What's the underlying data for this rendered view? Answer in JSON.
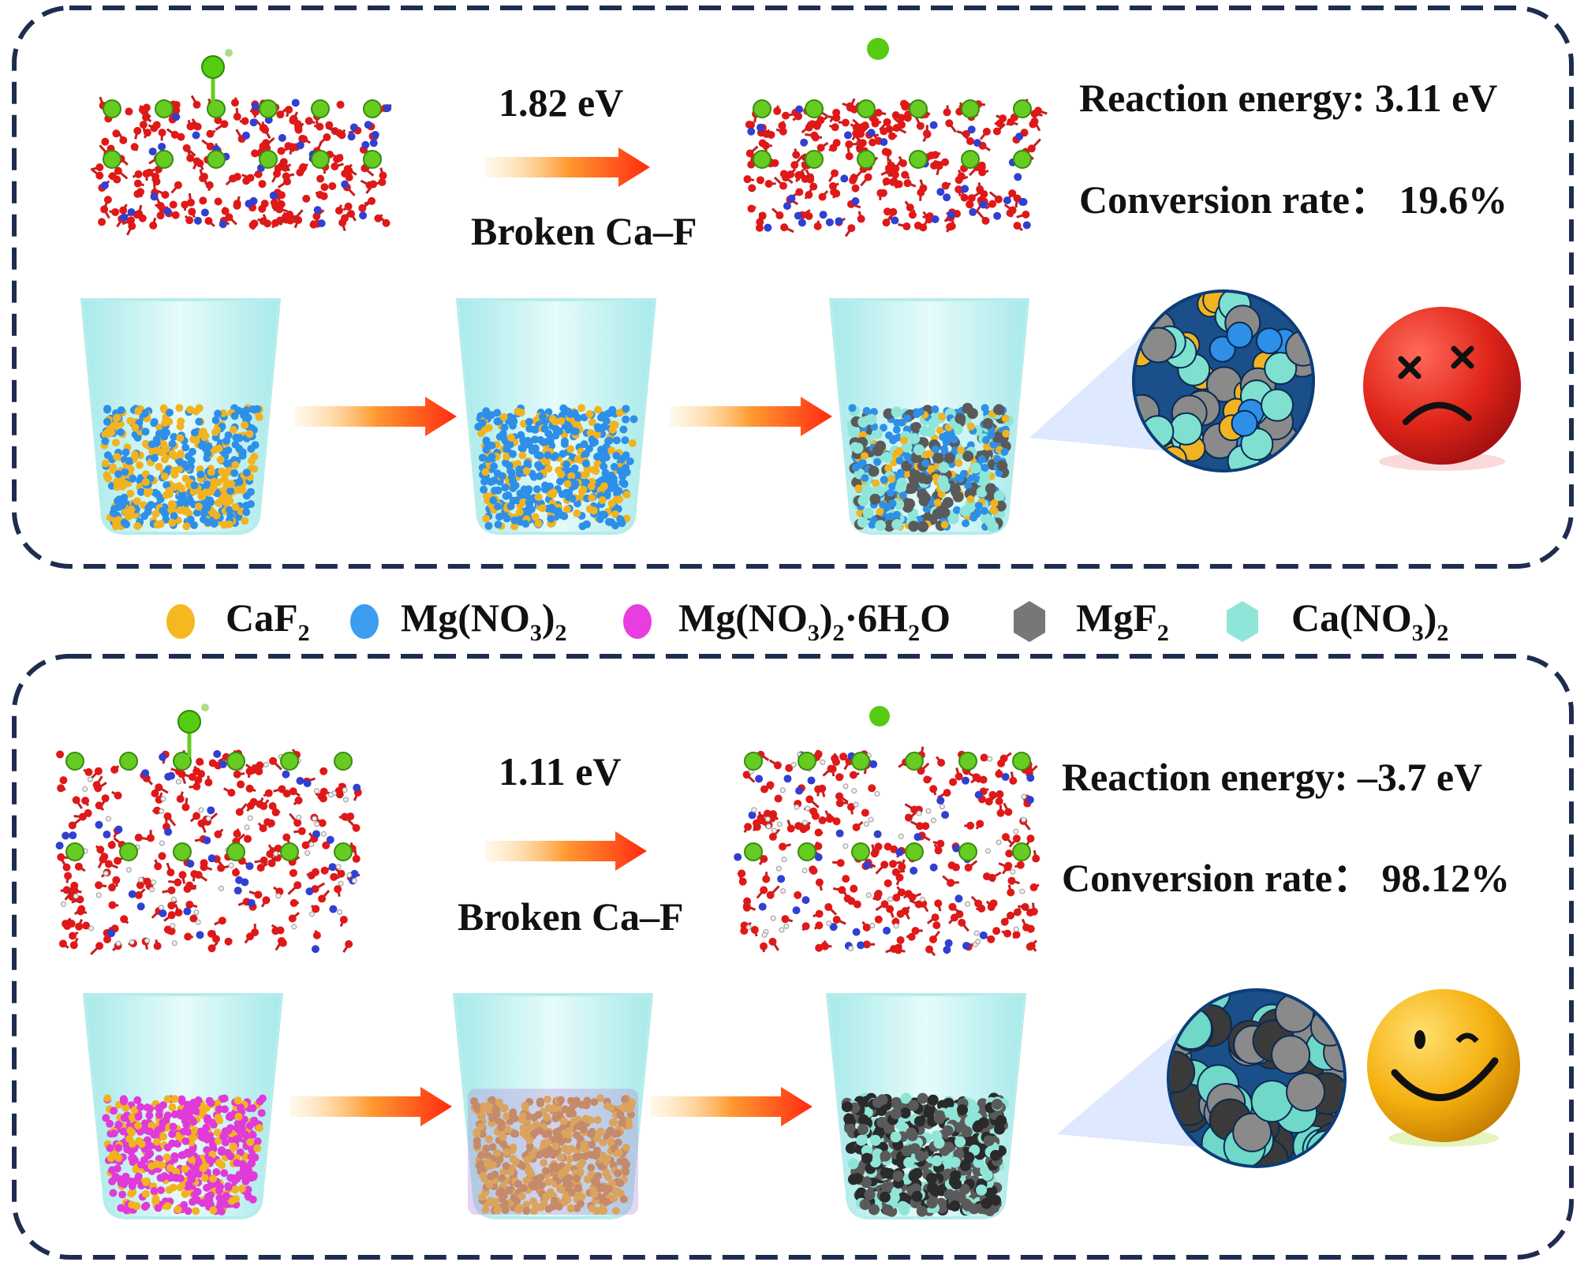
{
  "top_panel": {
    "barrier": "1.82 eV",
    "bond_label": "Broken Ca–F",
    "reaction_energy": "Reaction energy: 3.11 eV",
    "conversion_rate": "Conversion rate： 19.6%",
    "outcome_icon": "sad-face-icon"
  },
  "legend": [
    {
      "main": "CaF",
      "sub": "2",
      "rest": "",
      "color": "#f5b820"
    },
    {
      "main": "Mg(NO",
      "sub": "3",
      "rest": ")",
      "sub2": "2",
      "color": "#3b9cf0"
    },
    {
      "main": "Mg(NO",
      "sub": "3",
      "rest": ")",
      "sub2": "2",
      "tail": "·6H",
      "sub3": "2",
      "tail2": "O",
      "color": "#e83ee0"
    },
    {
      "main": "MgF",
      "sub": "2",
      "rest": "",
      "color": "#777777"
    },
    {
      "main": "Ca(NO",
      "sub": "3",
      "rest": ")",
      "sub2": "2",
      "color": "#8fe6d8"
    }
  ],
  "bottom_panel": {
    "barrier": "1.11 eV",
    "bond_label": "Broken Ca–F",
    "reaction_energy": "Reaction energy: –3.7 eV",
    "conversion_rate": "Conversion rate： 98.12%",
    "outcome_icon": "happy-face-icon"
  },
  "colors": {
    "frame": "#1e2d4f",
    "arrow_start": "#ffd080",
    "arrow_end": "#ff2a10",
    "beaker": "#c8f4f4"
  }
}
